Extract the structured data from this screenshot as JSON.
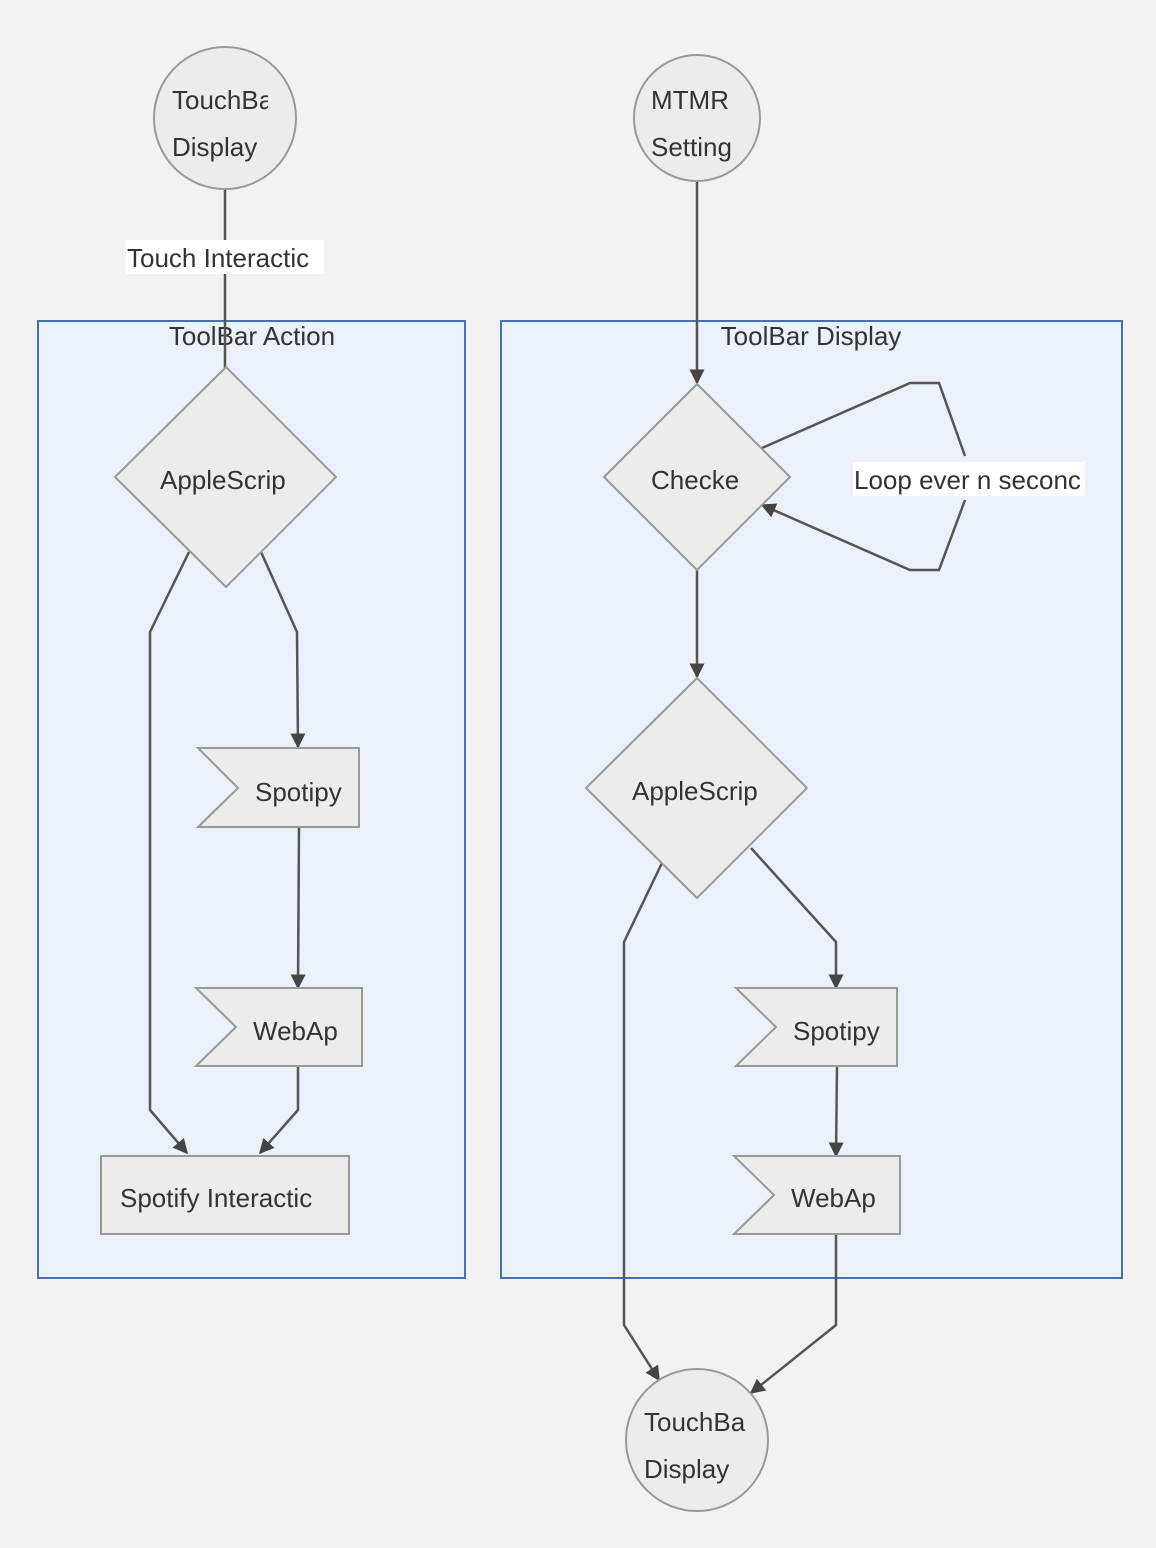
{
  "clusters": {
    "action": "ToolBar Action",
    "display": "ToolBar Display"
  },
  "nodes": {
    "touchbar_top_line1": "TouchBa",
    "touchbar_top_line2": "Display",
    "mtmr_line1": "MTMR",
    "mtmr_line2": "Setting",
    "applescript_action": "AppleScrip",
    "spotify_action": "Spotipy",
    "webapi_action": "WebAp",
    "spotify_interaction": "Spotify Interactic",
    "checker": "Checke",
    "applescript_display": "AppleScrip",
    "spotify_display": "Spotipy",
    "webapi_display": "WebAp",
    "touchbar_bottom_line1": "TouchBa",
    "touchbar_bottom_line2": "Display"
  },
  "edge_labels": {
    "touch_interaction": "Touch Interactic",
    "loop": "Loop ever n seconc"
  }
}
